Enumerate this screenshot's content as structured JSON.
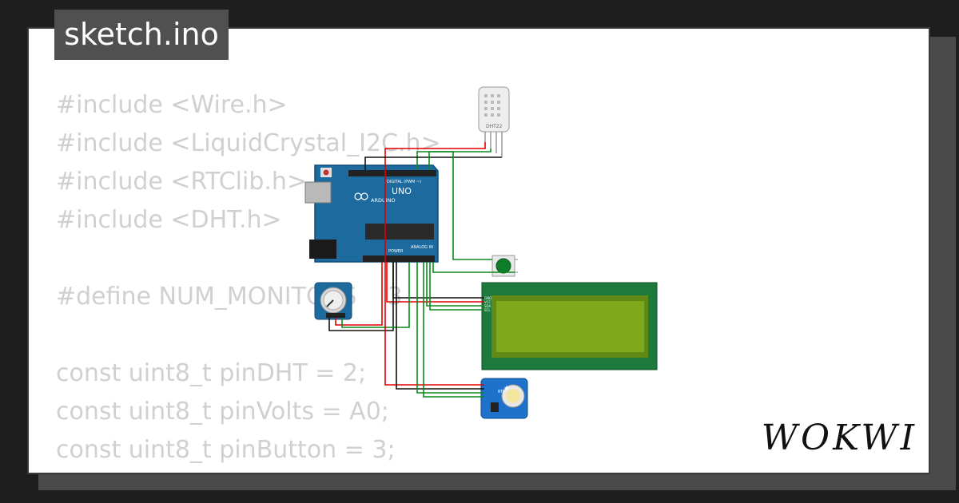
{
  "window": {
    "tab_title": "sketch.ino"
  },
  "code": {
    "lines": [
      "#include <Wire.h>",
      "#include <LiquidCrystal_I2C.h>",
      "#include <RTClib.h>",
      "#include <DHT.h>",
      "",
      "#define NUM_MONITORS    3",
      "",
      "const uint8_t pinDHT = 2;",
      "const uint8_t pinVolts = A0;",
      "const uint8_t pinButton = 3;"
    ]
  },
  "circuit": {
    "dht_label": "DHT22",
    "arduino_brand": "ARDUINO",
    "arduino_model": "UNO",
    "digital_header_label": "DIGITAL (PWM ~)",
    "power_label": "POWER",
    "analog_label": "ANALOG IN",
    "lcd_pins": [
      "GND",
      "VCC",
      "SDA",
      "SCL"
    ],
    "rtc_label": "RTC"
  },
  "brand": {
    "logo_text": "WOKWI"
  },
  "colors": {
    "background": "#1e1e1e",
    "card": "#ffffff",
    "tab": "#505050",
    "code_text": "#d0d0d0",
    "arduino_board": "#1d6a9e",
    "lcd_frame": "#1c7a3c",
    "lcd_screen": "#7fa81c",
    "button": "#0e7d2a",
    "wire_red": "#e00000",
    "wire_green": "#0a8a1a",
    "wire_black": "#111111"
  }
}
